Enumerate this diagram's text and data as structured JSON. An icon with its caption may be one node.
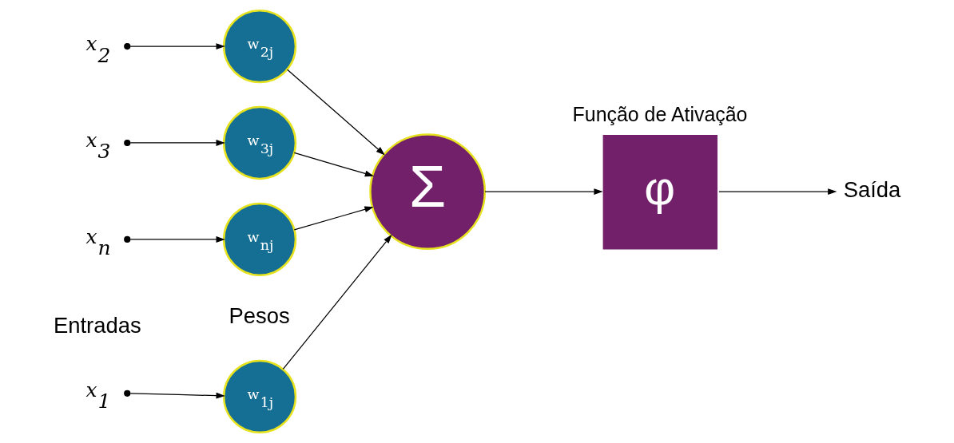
{
  "diagram": {
    "nodes": [
      {
        "text": [
          "x$_{1}$"
        ]
      },
      {
        "text": [
          "w$_{1j}$"
        ]
      },
      {
        "text": [
          "x$_{2}$"
        ]
      },
      {
        "text": [
          "w$_{2j}$"
        ]
      },
      {
        "text": [
          "x$_{3}$"
        ]
      },
      {
        "text": [
          "w$_{3j}$"
        ]
      },
      {
        "text": [
          "x$_{n}$"
        ]
      },
      {
        "text": [
          "w$_{nj}$"
        ]
      },
      {
        "text": [
          "Σ"
        ]
      },
      {
        "text": [
          "φ"
        ],
        "beside": [
          "Função de Ativação"
        ]
      },
      {
        "text": [
          "Saída"
        ]
      }
    ],
    "edges": [
      {
        "from": 0,
        "to": 1,
        "arrow": "to"
      },
      {
        "from": 2,
        "to": 3,
        "arrow": "to"
      },
      {
        "from": 4,
        "to": 5,
        "arrow": "to"
      },
      {
        "from": 6,
        "to": 7,
        "arrow": "to"
      },
      {
        "from": 1,
        "to": 8,
        "arrow": "to"
      },
      {
        "from": 3,
        "to": 8,
        "arrow": "to"
      },
      {
        "from": 5,
        "to": 8,
        "arrow": "to"
      },
      {
        "from": 7,
        "to": 8,
        "arrow": "to"
      },
      {
        "from": 8,
        "to": 9,
        "arrow": "to"
      },
      {
        "from": 9,
        "to": 10,
        "arrow": "to"
      }
    ],
    "labels": [
      "Entradas",
      "Pesos"
    ]
  }
}
